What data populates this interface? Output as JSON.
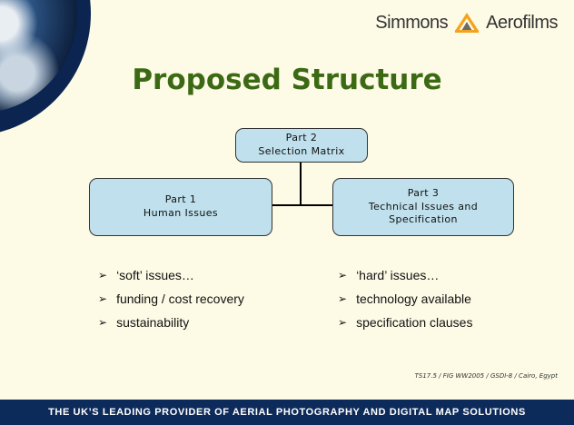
{
  "header": {
    "brand_name_left": "Simmons",
    "brand_name_right": "Aerofilms"
  },
  "title": "Proposed Structure",
  "diagram": {
    "top_box": {
      "line1": "Part 2",
      "line2": "Selection Matrix"
    },
    "left_box": {
      "line1": "Part 1",
      "line2": "Human Issues"
    },
    "right_box": {
      "line1": "Part 3",
      "line2": "Technical Issues and",
      "line3": "Specification"
    }
  },
  "left_bullets": [
    "‘soft’ issues…",
    "funding / cost recovery",
    "sustainability"
  ],
  "right_bullets": [
    "‘hard’ issues…",
    "technology available",
    "specification clauses"
  ],
  "bullet_glyph": "➢",
  "reference": "TS17.5 / FIG WW2005 / GSDI-8 / Cairo, Egypt",
  "footer": "THE UK’S LEADING PROVIDER OF AERIAL PHOTOGRAPHY AND DIGITAL MAP SOLUTIONS",
  "colors": {
    "title": "#3c6a14",
    "box_fill": "#bfe0ec",
    "footer_bar": "#0d2b5a",
    "background": "#fdfbe6"
  }
}
